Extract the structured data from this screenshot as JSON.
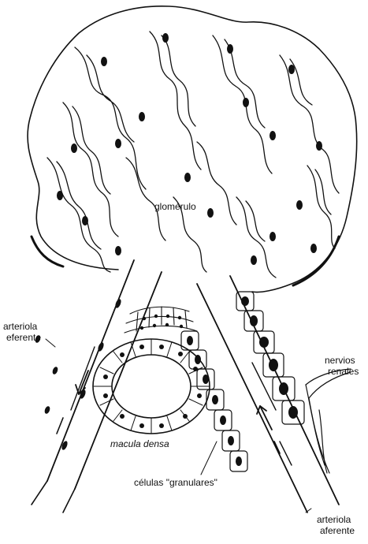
{
  "labels": {
    "glomerulo": "glomérulo",
    "arteriola_eferente_1": "arteriola",
    "arteriola_eferente_2": "eferente",
    "nervios_renales_1": "nervios",
    "nervios_renales_2": "renales",
    "macula_densa": "macula densa",
    "celulas_granulares": "células \"granulares\"",
    "arteriola_aferente_1": "arteriola",
    "arteriola_aferente_2": "aferente"
  },
  "colors": {
    "ink": "#111111",
    "paper": "#ffffff"
  }
}
